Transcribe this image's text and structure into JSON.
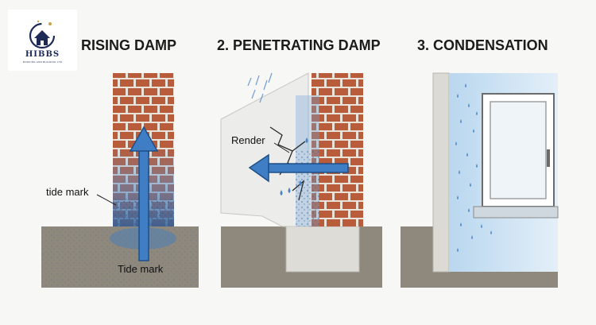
{
  "logo": {
    "name": "HIBBS",
    "tagline": "ROOFING AND BUILDING LTD",
    "icon": "house-with-crescent-icon"
  },
  "panels": [
    {
      "title": "RISING DAMP",
      "labels": {
        "tide_mark_side": "tide mark",
        "tide_mark_bottom": "Tide mark"
      }
    },
    {
      "title": "2. PENETRATING DAMP",
      "labels": {
        "render": "Render"
      }
    },
    {
      "title": "3. CONDENSATION"
    }
  ],
  "colors": {
    "brick": "#b85c3c",
    "mortar": "#e9e2d8",
    "ground": "#8f887c",
    "damp_blue": "#3f7ec4",
    "background": "#f7f7f5"
  }
}
